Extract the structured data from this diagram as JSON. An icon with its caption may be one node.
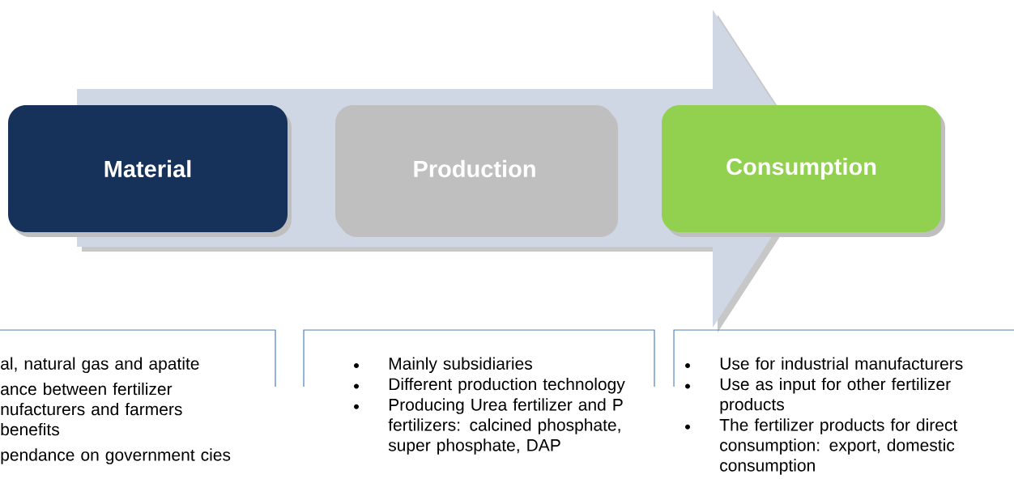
{
  "diagram": {
    "nodes": [
      {
        "text": [
          "Material"
        ]
      },
      {
        "text": [
          "Production"
        ]
      },
      {
        "text": [
          "Consumption"
        ]
      },
      {
        "text": [
          "al, natural gas and apatite",
          "ance between fertilizer nufacturers and farmers benefits",
          "pendance on government cies"
        ]
      },
      {
        "text": [
          "Mainly subsidiaries",
          "Different production technology",
          "Producing Urea fertilizer and P fertilizers: calcined phosphate, super phosphate, DAP"
        ]
      },
      {
        "text": [
          "Use for industrial manufacturers",
          "Use as input for other fertilizer products",
          "The fertilizer products for direct consumption: export, domestic consumption"
        ]
      }
    ]
  }
}
